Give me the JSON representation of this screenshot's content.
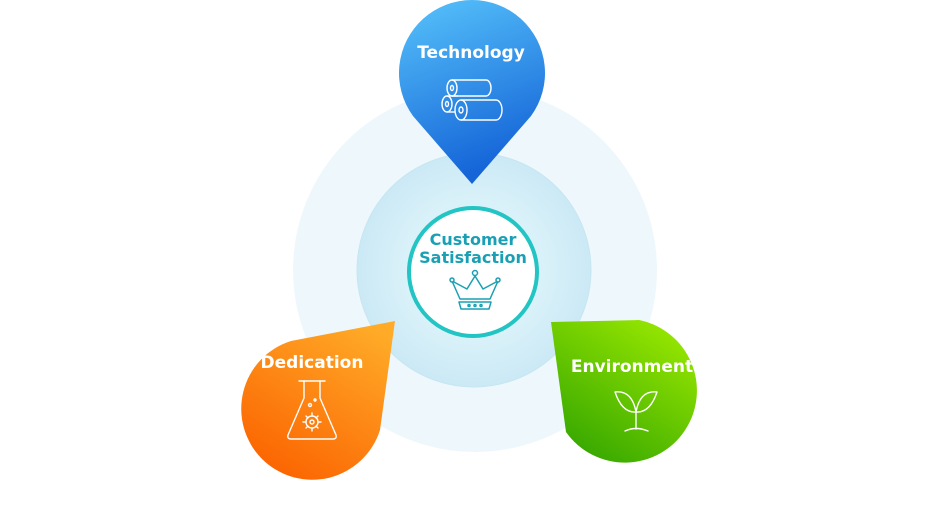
{
  "diagram": {
    "center": {
      "line1": "Customer",
      "line2": "Satisfaction",
      "icon": "crown-icon"
    },
    "nodes": [
      {
        "id": "technology",
        "label": "Technology",
        "icon": "paper-rolls-icon",
        "color_light": "#56c2fb",
        "color_dark": "#1565d8"
      },
      {
        "id": "dedication",
        "label": "Dedication",
        "icon": "flask-gear-icon",
        "color_light": "#ffa726",
        "color_dark": "#fb6a00"
      },
      {
        "id": "environment",
        "label": "Environment",
        "icon": "sprout-icon",
        "color_light": "#8ee000",
        "color_dark": "#37a800"
      }
    ],
    "colors": {
      "outer_ring": "#eef8fc",
      "inner_ring": "#d6eff8",
      "center_border": "#22c4c4",
      "center_text": "#1aa0b4"
    }
  }
}
